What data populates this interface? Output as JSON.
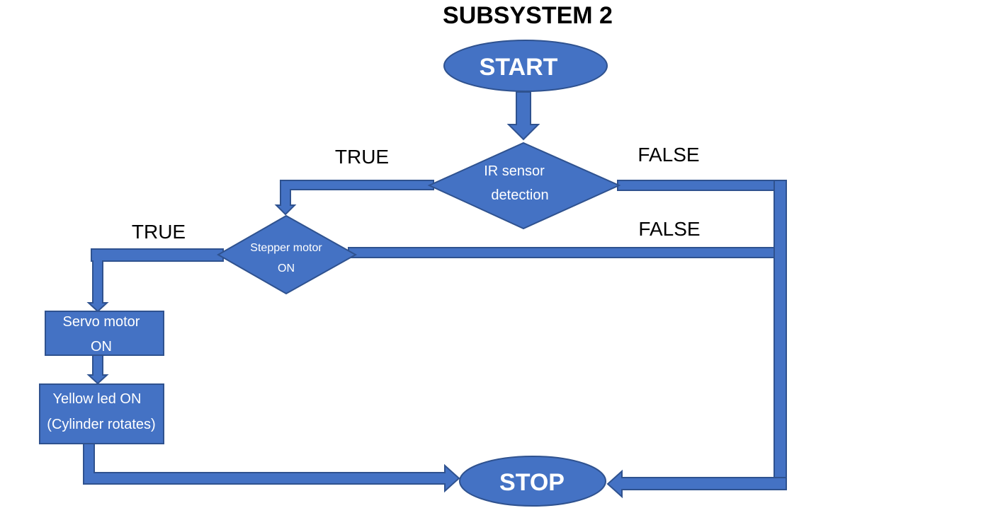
{
  "title": "SUBSYSTEM 2",
  "nodes": {
    "start": "START",
    "ir_sensor": {
      "line1": "IR sensor",
      "line2": "detection"
    },
    "stepper": {
      "line1": "Stepper motor",
      "line2": "ON"
    },
    "servo": {
      "line1": "Servo motor",
      "line2": "ON"
    },
    "yellow_led": {
      "line1": "Yellow led ON",
      "line2": "(Cylinder rotates)"
    },
    "stop": "STOP"
  },
  "edge_labels": {
    "ir_true": "TRUE",
    "ir_false": "FALSE",
    "stepper_true": "TRUE",
    "stepper_false": "FALSE"
  },
  "colors": {
    "fill": "#4472C4",
    "stroke": "#2F528F",
    "node_text": "#ffffff",
    "label_text": "#000000"
  }
}
